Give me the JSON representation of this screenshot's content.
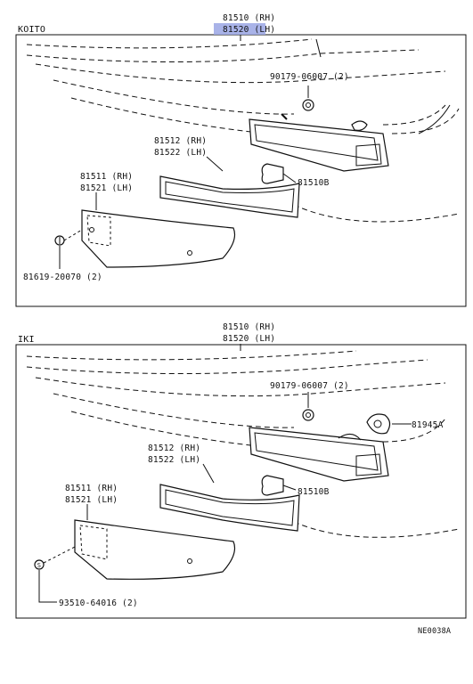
{
  "sections": [
    {
      "title": "KOITO",
      "labels": {
        "lamp_rh": "81510 (RH)",
        "lamp_lh": "81520 (LH)",
        "clip": "90179-06007 (2)",
        "lens_rh": "81512 (RH)",
        "lens_lh": "81522 (LH)",
        "bulb": "81510B",
        "housing_rh": "81511 (RH)",
        "housing_lh": "81521 (LH)",
        "screw": "81619-20070 (2)"
      }
    },
    {
      "title": "IKI",
      "labels": {
        "lamp_rh": "81510 (RH)",
        "lamp_lh": "81520 (LH)",
        "clip": "90179-06007 (2)",
        "socket": "81945A",
        "lens_rh": "81512 (RH)",
        "lens_lh": "81522 (LH)",
        "bulb": "81510B",
        "housing_rh": "81511 (RH)",
        "housing_lh": "81521 (LH)",
        "screw": "93510-64016 (2)"
      }
    }
  ],
  "footer_code": "NE0038A",
  "highlight_color": "#9aa6e4"
}
